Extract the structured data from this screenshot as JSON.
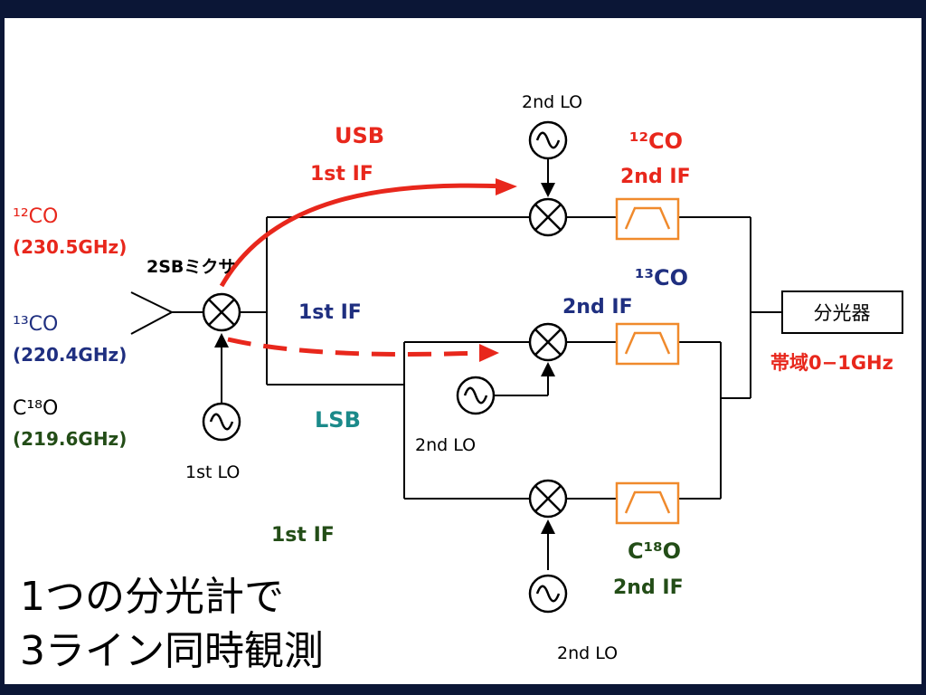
{
  "inputs": {
    "co12": {
      "name": "¹²CO",
      "freq": "(230.5GHz)"
    },
    "co13": {
      "name": "¹³CO",
      "freq": "(220.4GHz)"
    },
    "c18o": {
      "name": "C¹⁸O",
      "freq": "(219.6GHz)"
    }
  },
  "mixer_label": "2SBミクサ",
  "lo1_label": "1st  LO",
  "lo2_top": "2nd LO",
  "lo2_mid": "2nd LO",
  "lo2_bot": "2nd LO",
  "usb": {
    "label": "USB",
    "if_label": "1st IF"
  },
  "lsb": {
    "label": "LSB",
    "if_mid": "1st IF",
    "if_low": "1st IF"
  },
  "branch_co12": {
    "line": "¹²CO",
    "if": "2nd IF"
  },
  "branch_co13": {
    "line": "¹³CO",
    "if": "2nd IF"
  },
  "branch_c18o": {
    "line": "C¹⁸O",
    "if": "2nd IF"
  },
  "spectrometer": {
    "label": "分光器",
    "band": "帯域0−1GHz"
  },
  "caption": {
    "line1": "1つの分光計で",
    "line2": "3ライン同時観測"
  },
  "colors": {
    "usb": "#e8271c",
    "co13": "#1f2f80",
    "lsb": "#1b8a8a",
    "c18o": "#234d17",
    "filter": "#f08a2c",
    "frame": "#0b1636"
  }
}
